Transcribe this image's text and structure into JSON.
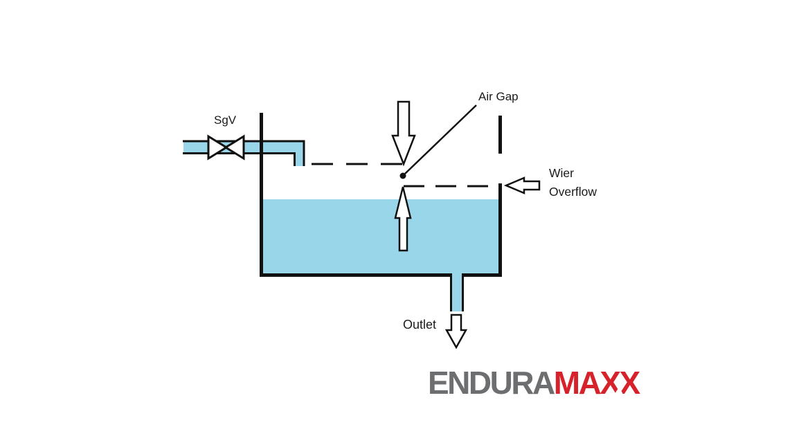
{
  "canvas": {
    "background": "#ffffff"
  },
  "colors": {
    "water": "#9ad6e9",
    "line": "#111111",
    "logo_gray": "#6d6e70",
    "logo_red": "#d6232b"
  },
  "diagram": {
    "valve_label": "SgV",
    "air_gap_label": "Air Gap",
    "weir_label_line1": "Wier",
    "weir_label_line2": "Overflow",
    "outlet_label": "Outlet"
  },
  "logo": {
    "text_primary": "ENDURA",
    "text_accent": "MAXX"
  }
}
